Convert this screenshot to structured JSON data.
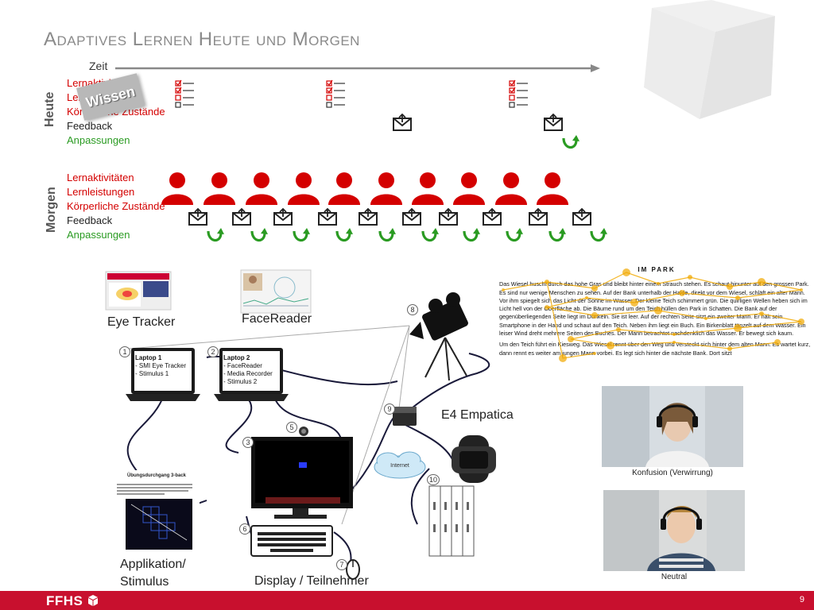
{
  "title": "Adaptives Lernen Heute und Morgen",
  "timeline": {
    "label": "Zeit"
  },
  "heute": {
    "label": "Heute",
    "rows": [
      "Lernaktivitäten",
      "Lernleistungen",
      "Körperliche Zustände",
      "Feedback",
      "Anpassungen"
    ],
    "stamp": "Wissen"
  },
  "morgen": {
    "label": "Morgen",
    "rows": [
      "Lernaktivitäten",
      "Lernleistungen",
      "Körperliche Zustände",
      "Feedback",
      "Anpassungen"
    ]
  },
  "setup": {
    "eye_tracker": "Eye Tracker",
    "facereader": "FaceReader",
    "laptop1": {
      "title": "Laptop 1",
      "lines": [
        "- SMI Eye Tracker",
        "- Stimulus 1"
      ]
    },
    "laptop2": {
      "title": "Laptop 2",
      "lines": [
        "- FaceReader",
        "- Media Recorder",
        "- Stimulus 2"
      ]
    },
    "e4": "E4 Empatica",
    "internet": "Internet",
    "application": "Applikation/\nStimulus",
    "display": "Display / Teilnehmer",
    "numbers": [
      "1",
      "2",
      "3",
      "5",
      "6",
      "7",
      "8",
      "9",
      "10"
    ],
    "nback_title": "Übungsdurchgang 3-back"
  },
  "reading": {
    "heading": "IM PARK",
    "p1": "Das Wiesel huscht durch das hohe Gras und bleibt hinter einem Strauch stehen. Es schaut hinunter auf den grossen Park. Es sind nur wenige Menschen zu sehen. Auf der Bank unterhalb der Halde, direkt vor dem Wiesel, schläft ein alter Mann. Vor ihm spiegelt sich das Licht der Sonne im Wasser. Der kleine Teich schimmert grün. Die quirligen Wellen heben sich im Licht hell von der Oberfläche ab. Die Bäume rund um den Teich hüllen den Park in Schatten. Die Bank auf der gegenüberliegenden Seite liegt im Dunkeln. Sie ist leer. Auf der rechten Seite sitzt ein zweiter Mann. Er hält sein Smartphone in der Hand und schaut auf den Teich. Neben ihm liegt ein Buch. Ein Birkenblatt tänzelt auf dem Wasser. Ein leiser Wind dreht mehrere Seiten des Buches. Der Mann betrachtet nachdenklich das Wasser. Er bewegt sich kaum.",
    "p2": "Um den Teich führt ein Kiesweg. Das Wiesel rennt über den Weg und versteckt sich hinter dem alten Mann. Es wartet kurz, dann rennt es weiter am jungen Mann vorbei. Es legt sich hinter die nächste Bank. Dort sitzt"
  },
  "faces": {
    "confusion": "Konfusion (Verwirrung)",
    "neutral": "Neutral"
  },
  "footer": {
    "logo": "FFHS",
    "page": "9"
  },
  "colors": {
    "red": "#d40000",
    "green": "#2a9b22",
    "footer": "#c8102e"
  }
}
